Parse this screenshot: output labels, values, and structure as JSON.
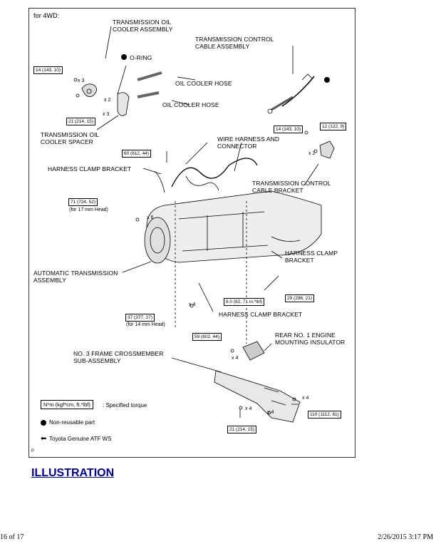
{
  "diagram": {
    "variant": "for 4WD:",
    "labels": {
      "cooler_assy": "TRANSMISSION OIL\nCOOLER ASSEMBLY",
      "o_ring": "O-RING",
      "hose1": "OIL COOLER HOSE",
      "hose2": "OIL COOLER HOSE",
      "spacer": "TRANSMISSION OIL\nCOOLER SPACER",
      "cable_assy": "TRANSMISSION CONTROL\nCABLE ASSEMBLY",
      "wire_harness": "WIRE HARNESS AND\nCONNECTOR",
      "clamp_bracket_left": "HARNESS CLAMP BRACKET",
      "cable_bracket": "TRANSMISSION CONTROL\nCABLE BRACKET",
      "clamp_bracket_right": "HARNESS CLAMP\nBRACKET",
      "auto_trans": "AUTOMATIC TRANSMISSION\nASSEMBLY",
      "clamp_bracket_bottom": "HARNESS CLAMP BRACKET",
      "insulator": "REAR NO. 1 ENGINE\nMOUNTING INSULATOR",
      "crossmember": "NO. 3 FRAME CROSSMEMBER\nSUB-ASSEMBLY"
    },
    "torques": {
      "t1": "14 (143, 10)",
      "t2": "21 (214, 15)",
      "t3": "14 (143, 10)",
      "t4": "12 (122, 9)",
      "t5": "60 (612, 44)",
      "t6": "71 (724, 52)",
      "t7": "8.0 (82, 71 in.*lbf)",
      "t8": "29 (296, 21)",
      "t9": "37 (377, 27)",
      "t10": "59 (602, 44)",
      "t11": "110 (1112, 81)",
      "t12": "21 (214, 15)"
    },
    "notes": {
      "head17": "(for 17 mm Head)",
      "head14": "(for 14 mm Head)"
    },
    "quantities": {
      "q1": "x 3",
      "q2": "x 2",
      "q3": "x 3",
      "q4": "x 2",
      "q5": "x 6",
      "q6": "x 4",
      "q7": "x 4",
      "q8": "x 4",
      "q9": "x 4",
      "q10": "x 4"
    },
    "legend": {
      "torque_unit": "N*m (kgf*cm, ft.*lbf)",
      "torque_desc": ": Specified torque",
      "non_reusable": "Non-reusable part",
      "atf": "Toyota Genuine ATF WS"
    },
    "corner_mark": "P"
  },
  "link": {
    "label": "ILLUSTRATION"
  },
  "footer": {
    "page": "16 of 17",
    "timestamp": "2/26/2015 3:17 PM"
  }
}
